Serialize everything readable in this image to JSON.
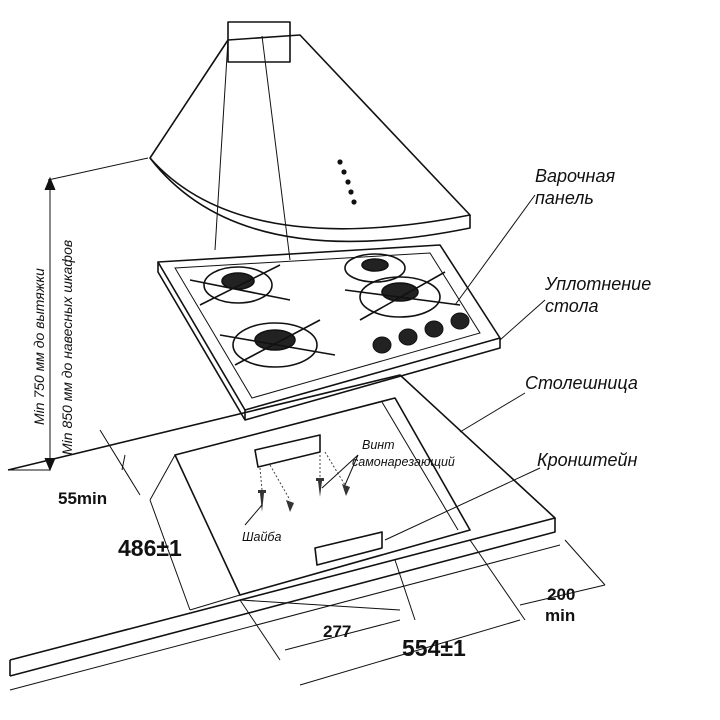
{
  "labels": {
    "hob_line1": "Варочная",
    "hob_line2": "панель",
    "seal_line1": "Уплотнение",
    "seal_line2": "стола",
    "countertop": "Столешница",
    "bracket": "Кронштейн",
    "screw_line1": "Винт",
    "screw_line2": "самонарезающий",
    "washer": "Шайба"
  },
  "dimensions": {
    "hood_clearance": "Min 750 мм до вытяжки",
    "cabinet_clearance": "Min 850 мм до навесных шкафов",
    "front_gap": "55min",
    "depth": "486±1",
    "bracket_offset": "277",
    "width": "554±1",
    "side_gap_value": "200",
    "side_gap_unit": "min"
  }
}
